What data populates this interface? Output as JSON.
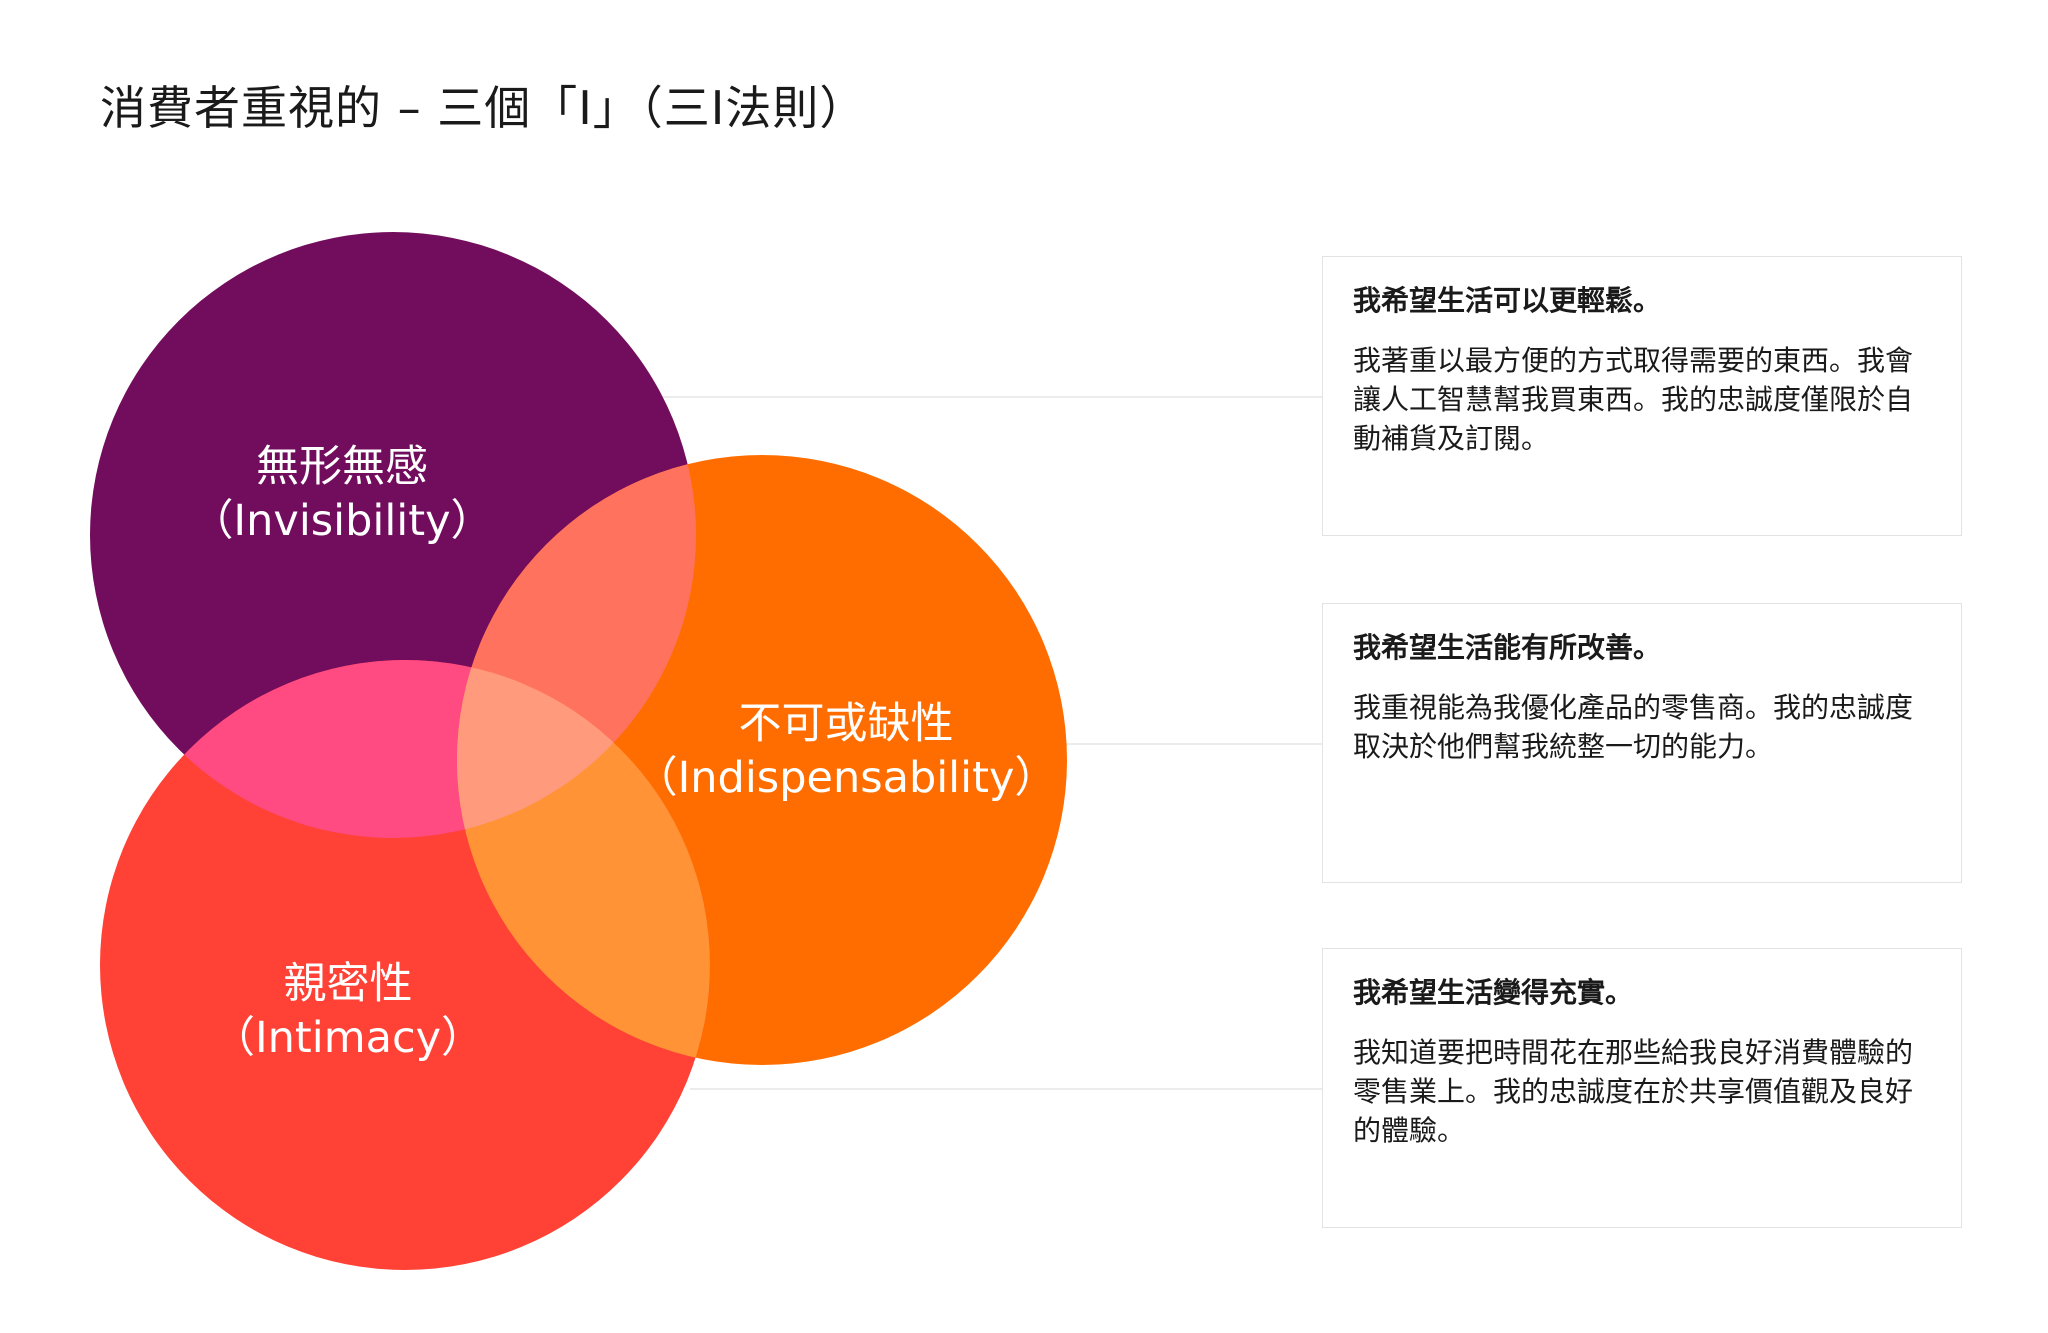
{
  "title": "消費者重視的 – 三個「I」（三I法則）",
  "circles": [
    {
      "id": "invisibility",
      "title": "無形無感",
      "subtitle": "（Invisibility）",
      "color": "#720d5d"
    },
    {
      "id": "indispensability",
      "title": "不可或缺性",
      "subtitle": "（Indispensability）",
      "color": "#ff6d00"
    },
    {
      "id": "intimacy",
      "title": "親密性",
      "subtitle": "（Intimacy）",
      "color": "#ff4136"
    }
  ],
  "overlap_colors": {
    "invisibility_intimacy": "#ff4b81",
    "invisibility_indispensability": "#ff735e",
    "indispensability_intimacy": "#ff9335",
    "center": "#ff9a7d"
  },
  "connector_color": "#e6e6e6",
  "cards": [
    {
      "heading": "我希望生活可以更輕鬆。",
      "body": "我著重以最方便的方式取得需要的東西。我會讓人工智慧幫我買東西。我的忠誠度僅限於自動補貨及訂閱。"
    },
    {
      "heading": "我希望生活能有所改善。",
      "body": "我重視能為我優化產品的零售商。我的忠誠度取決於他們幫我統整一切的能力。"
    },
    {
      "heading": "我希望生活變得充實。",
      "body": "我知道要把時間花在那些給我良好消費體驗的零售業上。我的忠誠度在於共享價值觀及良好的體驗。"
    }
  ]
}
